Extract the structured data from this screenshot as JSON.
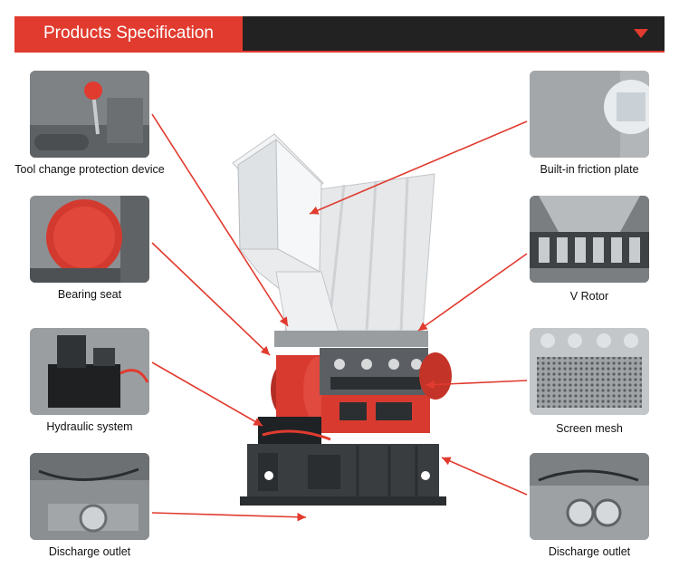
{
  "header": {
    "title": "Products Specification"
  },
  "colors": {
    "accent": "#e13b2f",
    "header_bg": "#222222",
    "machine_red": "#d93a30",
    "machine_dark": "#3a3d40",
    "hopper": "#eef0f1"
  },
  "features": {
    "left": [
      {
        "label": "Tool change protection device"
      },
      {
        "label": "Bearing seat"
      },
      {
        "label": "Hydraulic system"
      },
      {
        "label": "Discharge outlet"
      }
    ],
    "right": [
      {
        "label": "Built-in friction plate"
      },
      {
        "label": "V Rotor"
      },
      {
        "label": "Screen mesh"
      },
      {
        "label": "Discharge outlet"
      }
    ]
  }
}
